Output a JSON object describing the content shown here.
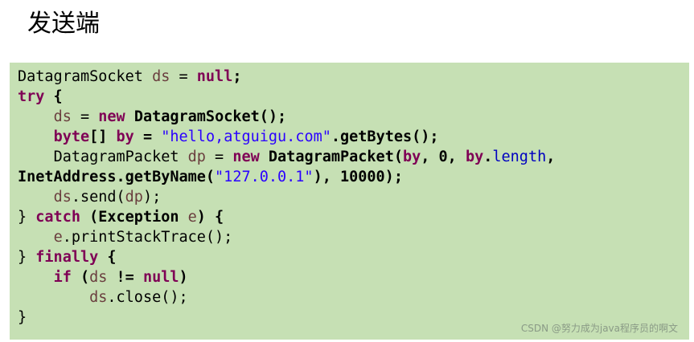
{
  "heading": "发送端",
  "code": {
    "language": "java",
    "lines": [
      [
        [
          "type",
          "DatagramSocket "
        ],
        [
          "var",
          "ds"
        ],
        [
          "plain",
          " = "
        ],
        [
          "kw",
          "null"
        ],
        [
          "bold",
          ";"
        ]
      ],
      [
        [
          "kw",
          "try"
        ],
        [
          "bold",
          " {"
        ]
      ],
      [
        [
          "plain",
          "    "
        ],
        [
          "var",
          "ds"
        ],
        [
          "plain",
          " = "
        ],
        [
          "kw",
          "new"
        ],
        [
          "bold",
          " DatagramSocket();"
        ]
      ],
      [
        [
          "plain",
          "    "
        ],
        [
          "kw",
          "byte"
        ],
        [
          "bold",
          "[] "
        ],
        [
          "kw",
          "by"
        ],
        [
          "bold",
          " = "
        ],
        [
          "str",
          "\"hello,atguigu.com\""
        ],
        [
          "bold",
          ".getBytes();"
        ]
      ],
      [
        [
          "plain",
          "    "
        ],
        [
          "type",
          "DatagramPacket "
        ],
        [
          "var",
          "dp"
        ],
        [
          "plain",
          " = "
        ],
        [
          "kw",
          "new"
        ],
        [
          "bold",
          " DatagramPacket("
        ],
        [
          "kw",
          "by"
        ],
        [
          "bold",
          ", 0, "
        ],
        [
          "kw",
          "by"
        ],
        [
          "bold",
          "."
        ],
        [
          "field",
          "length"
        ],
        [
          "bold",
          ","
        ]
      ],
      [
        [
          "bold",
          "InetAddress.getByName("
        ],
        [
          "str",
          "\"127.0.0.1\""
        ],
        [
          "bold",
          "), 10000);"
        ]
      ],
      [
        [
          "plain",
          "    "
        ],
        [
          "var",
          "ds"
        ],
        [
          "plain",
          ".send("
        ],
        [
          "var",
          "dp"
        ],
        [
          "plain",
          ");"
        ]
      ],
      [
        [
          "plain",
          "} "
        ],
        [
          "kw",
          "catch"
        ],
        [
          "bold",
          " (Exception "
        ],
        [
          "var",
          "e"
        ],
        [
          "bold",
          ") {"
        ]
      ],
      [
        [
          "plain",
          "    "
        ],
        [
          "var",
          "e"
        ],
        [
          "plain",
          ".printStackTrace();"
        ]
      ],
      [
        [
          "plain",
          "} "
        ],
        [
          "kw",
          "finally"
        ],
        [
          "bold",
          " {"
        ]
      ],
      [
        [
          "plain",
          "    "
        ],
        [
          "kw",
          "if"
        ],
        [
          "bold",
          " ("
        ],
        [
          "var",
          "ds"
        ],
        [
          "bold",
          " != "
        ],
        [
          "kw",
          "null"
        ],
        [
          "bold",
          ")"
        ]
      ],
      [
        [
          "plain",
          "        "
        ],
        [
          "var",
          "ds"
        ],
        [
          "plain",
          ".close();"
        ]
      ],
      [
        [
          "plain",
          "}"
        ]
      ]
    ]
  },
  "watermark": "CSDN @努力成为java程序员的啊文",
  "colors": {
    "code_background": "#c6e0b4",
    "keyword": "#7f0055",
    "string": "#2a00ff",
    "field": "#0000c0",
    "variable": "#6a3e3e"
  }
}
